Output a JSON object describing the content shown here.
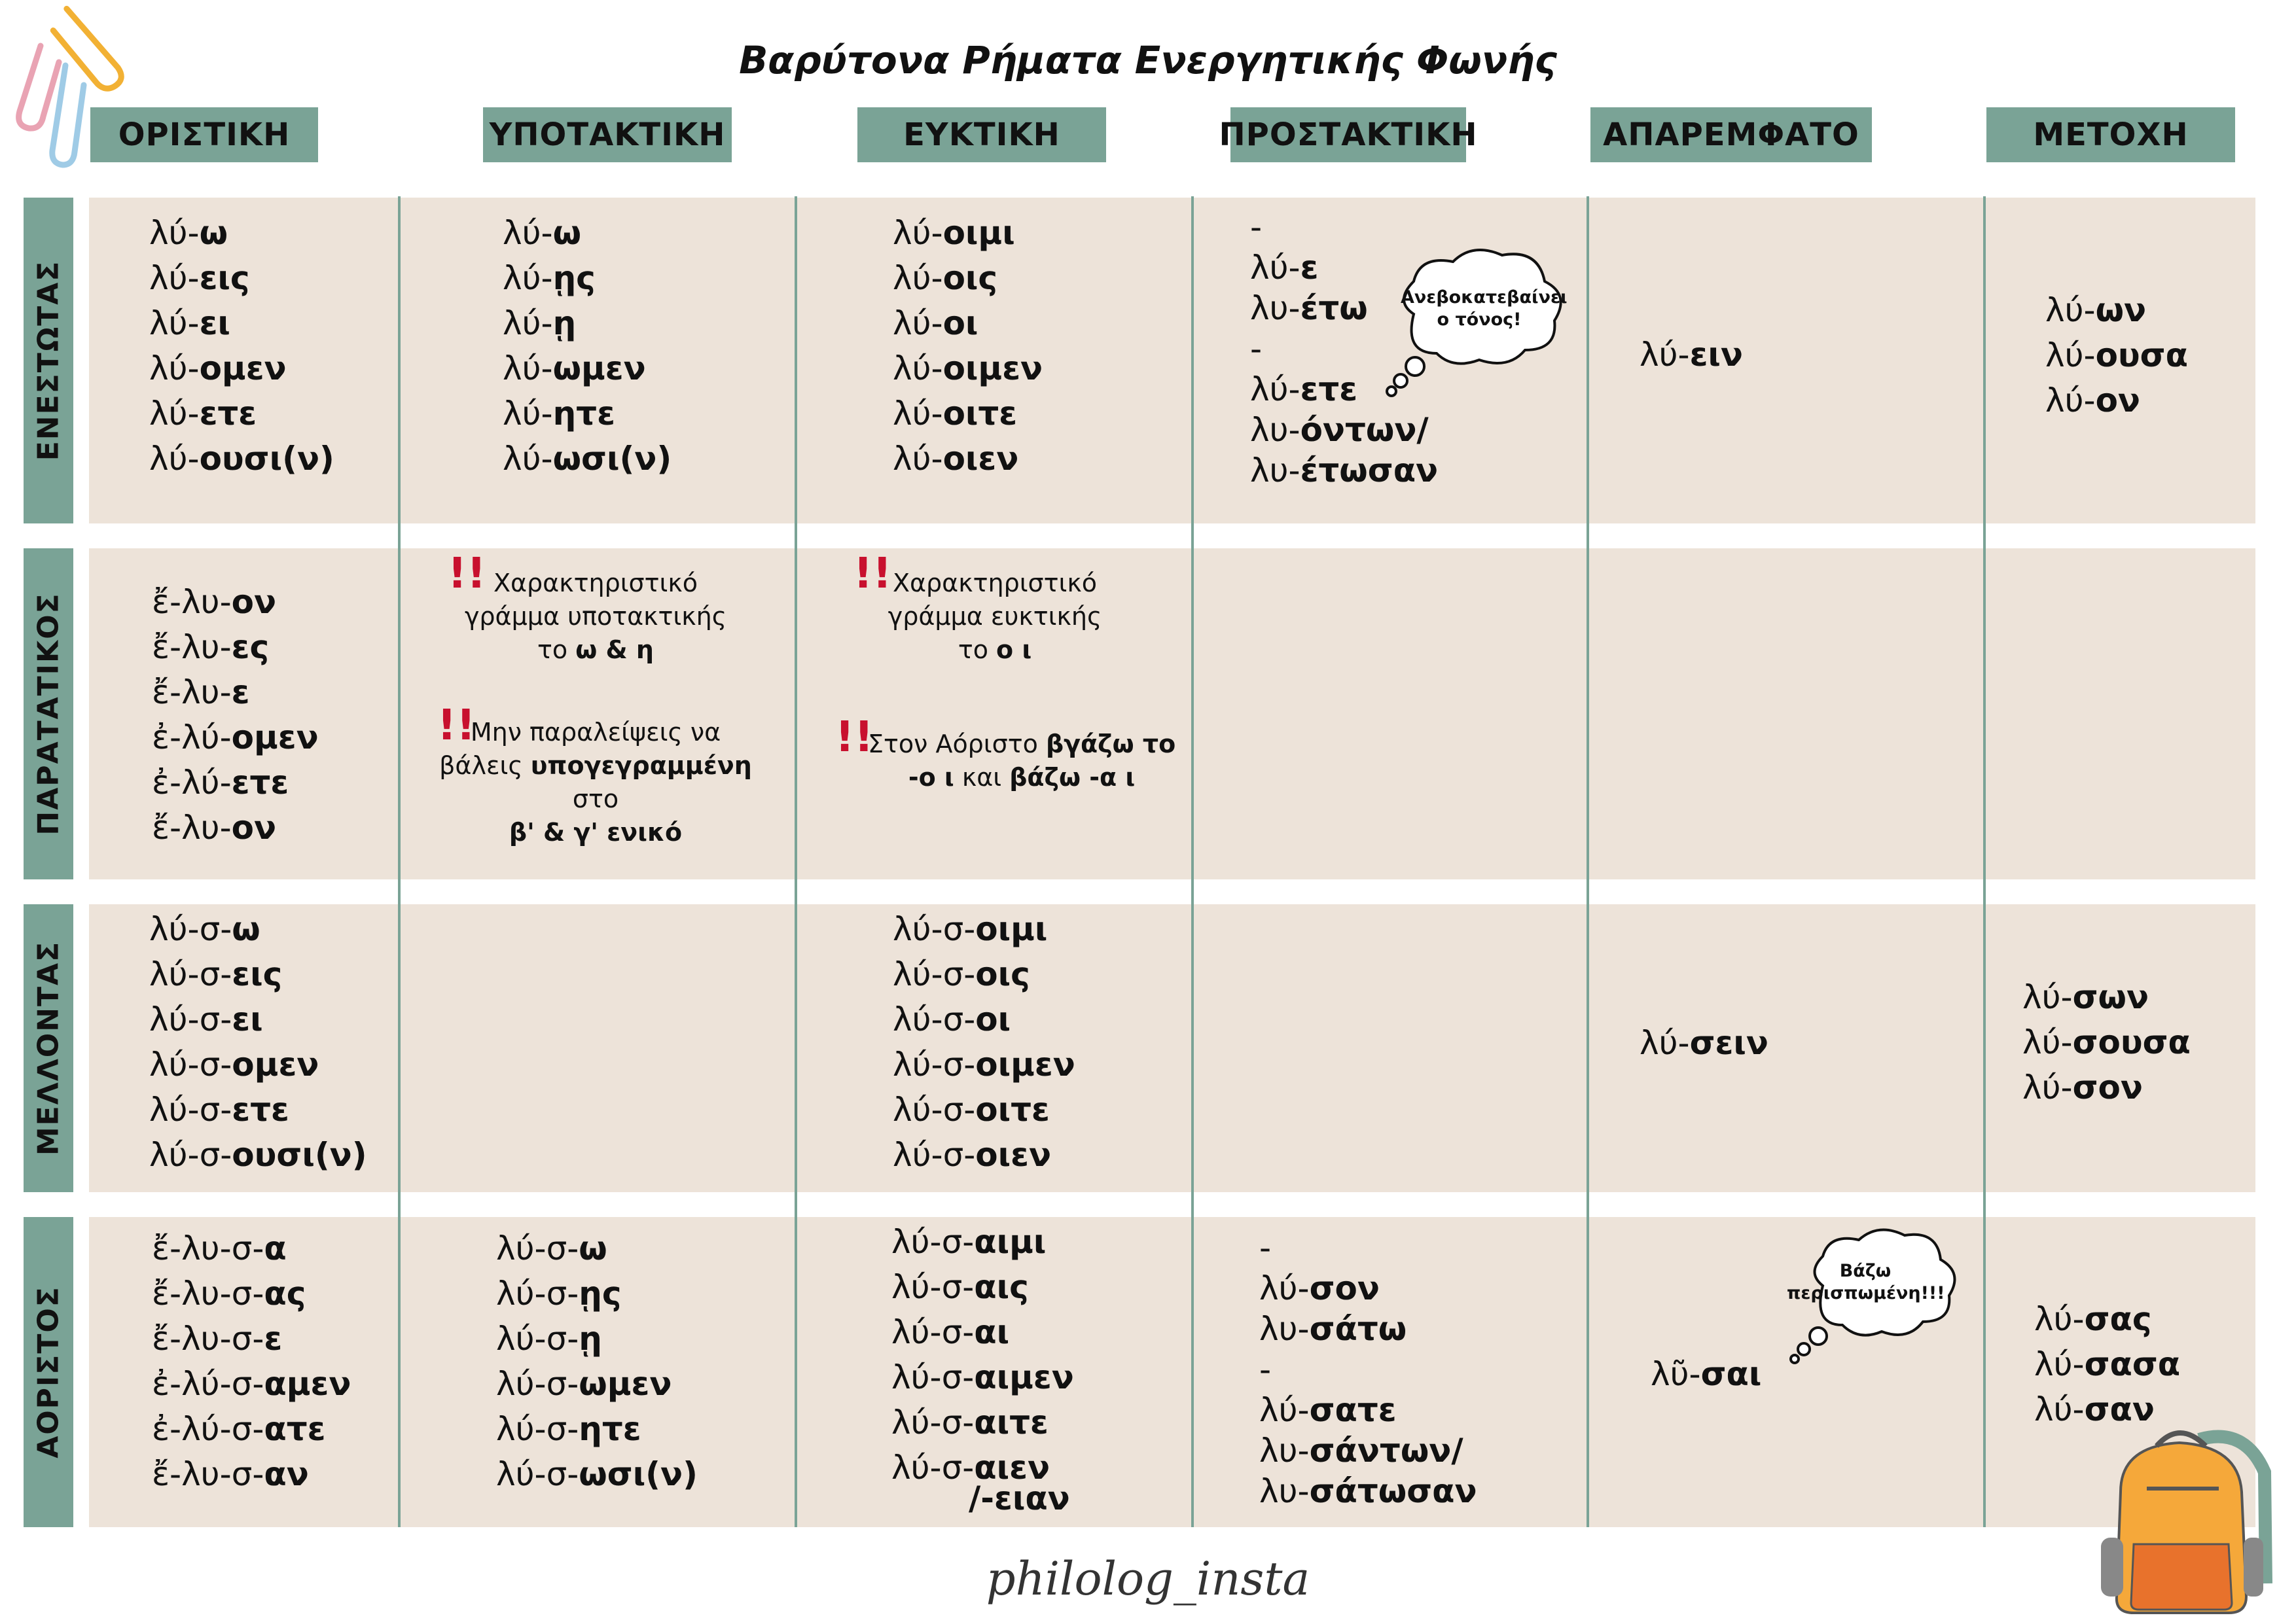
{
  "title": "Βαρύτονα Ρήματα Ενεργητικής Φωνής",
  "colors": {
    "header": "#7aa396",
    "band": "#ede3d9",
    "alert": "#c8102e"
  },
  "columns": [
    "ΟΡΙΣΤΙΚΗ",
    "ΥΠΟΤΑΚΤΙΚΗ",
    "ΕΥΚΤΙΚΗ",
    "ΠΡΟΣΤΑΚΤΙΚΗ",
    "ΑΠΑΡΕΜΦΑΤΟ",
    "ΜΕΤΟΧΗ"
  ],
  "rows": [
    "ΕΝΕΣΤΩΤΑΣ",
    "ΠΑΡΑΤΑΤΙΚΟΣ",
    "ΜΕΛΛΟΝΤΑΣ",
    "ΑΟΡΙΣΤΟΣ"
  ],
  "present": {
    "indicative": [
      [
        "λύ-",
        "ω"
      ],
      [
        "λύ-",
        "εις"
      ],
      [
        "λύ-",
        "ει"
      ],
      [
        "λύ-",
        "ομεν"
      ],
      [
        "λύ-",
        "ετε"
      ],
      [
        "λύ-",
        "ουσι(ν)"
      ]
    ],
    "subjunctive": [
      [
        "λύ-",
        "ω"
      ],
      [
        "λύ-",
        "ῃς"
      ],
      [
        "λύ-",
        "ῃ"
      ],
      [
        "λύ-",
        "ωμεν"
      ],
      [
        "λύ-",
        "ητε"
      ],
      [
        "λύ-",
        "ωσι(ν)"
      ]
    ],
    "optative": [
      [
        "λύ-",
        "οιμι"
      ],
      [
        "λύ-",
        "οις"
      ],
      [
        "λύ-",
        "οι"
      ],
      [
        "λύ-",
        "οιμεν"
      ],
      [
        "λύ-",
        "οιτε"
      ],
      [
        "λύ-",
        "οιεν"
      ]
    ],
    "imperative": [
      [
        "-",
        ""
      ],
      [
        "λύ-",
        "ε"
      ],
      [
        "λυ-",
        "έτω"
      ],
      [
        "-",
        ""
      ],
      [
        "λύ-",
        "ετε"
      ],
      [
        "λυ-",
        "όντων/"
      ],
      [
        "λυ-",
        "έτωσαν"
      ]
    ],
    "infinitive": [
      [
        "λύ-",
        "ειν"
      ]
    ],
    "participle": [
      [
        "λύ-",
        "ων"
      ],
      [
        "λύ-",
        "ουσα"
      ],
      [
        "λύ-",
        "ον"
      ]
    ]
  },
  "imperfect": {
    "indicative": [
      [
        "ἔ-λυ-",
        "ον"
      ],
      [
        "ἔ-λυ-",
        "ες"
      ],
      [
        "ἔ-λυ-",
        "ε"
      ],
      [
        "ἐ-λύ-",
        "ομεν"
      ],
      [
        "ἐ-λύ-",
        "ετε"
      ],
      [
        "ἔ-λυ-",
        "ον"
      ]
    ]
  },
  "future": {
    "indicative": [
      [
        "λύ-σ-",
        "ω"
      ],
      [
        "λύ-σ-",
        "εις"
      ],
      [
        "λύ-σ-",
        "ει"
      ],
      [
        "λύ-σ-",
        "ομεν"
      ],
      [
        "λύ-σ-",
        "ετε"
      ],
      [
        "λύ-σ-",
        "ουσι(ν)"
      ]
    ],
    "optative": [
      [
        "λύ-σ-",
        "οιμι"
      ],
      [
        "λύ-σ-",
        "οις"
      ],
      [
        "λύ-σ-",
        "οι"
      ],
      [
        "λύ-σ-",
        "οιμεν"
      ],
      [
        "λύ-σ-",
        "οιτε"
      ],
      [
        "λύ-σ-",
        "οιεν"
      ]
    ],
    "infinitive": [
      [
        "λύ-",
        "σειν"
      ]
    ],
    "participle": [
      [
        "λύ-",
        "σων"
      ],
      [
        "λύ-",
        "σουσα"
      ],
      [
        "λύ-",
        "σον"
      ]
    ]
  },
  "aorist": {
    "indicative": [
      [
        "ἔ-λυ-σ-",
        "α"
      ],
      [
        "ἔ-λυ-σ-",
        "ας"
      ],
      [
        "ἔ-λυ-σ-",
        "ε"
      ],
      [
        "ἐ-λύ-σ-",
        "αμεν"
      ],
      [
        "ἐ-λύ-σ-",
        "ατε"
      ],
      [
        "ἔ-λυ-σ-",
        "αν"
      ]
    ],
    "subjunctive": [
      [
        "λύ-σ-",
        "ω"
      ],
      [
        "λύ-σ-",
        "ῃς"
      ],
      [
        "λύ-σ-",
        "ῃ"
      ],
      [
        "λύ-σ-",
        "ωμεν"
      ],
      [
        "λύ-σ-",
        "ητε"
      ],
      [
        "λύ-σ-",
        "ωσι(ν)"
      ]
    ],
    "optative": [
      [
        "λύ-σ-",
        "αιμι"
      ],
      [
        "λύ-σ-",
        "αις"
      ],
      [
        "λύ-σ-",
        "αι"
      ],
      [
        "λύ-σ-",
        "αιμεν"
      ],
      [
        "λύ-σ-",
        "αιτε"
      ],
      [
        "λύ-σ-",
        "αιεν"
      ]
    ],
    "optative_alt": "/-ειαν",
    "imperative": [
      [
        "-",
        ""
      ],
      [
        "λύ-",
        "σον"
      ],
      [
        "λυ-",
        "σάτω"
      ],
      [
        "-",
        ""
      ],
      [
        "λύ-",
        "σατε"
      ],
      [
        "λυ-",
        "σάντων/"
      ],
      [
        "λυ-",
        "σάτωσαν"
      ]
    ],
    "infinitive": [
      [
        "λῦ-",
        "σαι"
      ]
    ],
    "participle": [
      [
        "λύ-",
        "σας"
      ],
      [
        "λύ-",
        "σασα"
      ],
      [
        "λύ-",
        "σαν"
      ]
    ]
  },
  "notes": {
    "subj_char_1": "Χαρακτηριστικό",
    "subj_char_2": "γράμμα υποτακτικής",
    "subj_char_3_plain": "το ",
    "subj_char_3_bold": "ω & η",
    "subj_iota_1": "Μην παραλείψεις να",
    "subj_iota_2_plain": "βάλεις ",
    "subj_iota_2_bold": "υπογεγραμμένη",
    "subj_iota_3": "στο",
    "subj_iota_4": "β' & γ' ενικό",
    "opt_char_1": "Χαρακτηριστικό",
    "opt_char_2": "γράμμα ευκτικής",
    "opt_char_3_plain": "το ",
    "opt_char_3_bold": "ο ι",
    "opt_aor_1_plain": "Στον Αόριστο ",
    "opt_aor_1_bold": "βγάζω το",
    "opt_aor_2_bold1": "-ο ι",
    "opt_aor_2_plain": " και ",
    "opt_aor_2_bold2": "βάζω -α ι"
  },
  "bubbles": {
    "accent_1": "Ανεβοκατεβαίνει",
    "accent_2": "ο τόνος!",
    "circumflex_1": "Βάζω",
    "circumflex_2": "περισπωμένη!!!"
  },
  "footer": "philolog_insta"
}
